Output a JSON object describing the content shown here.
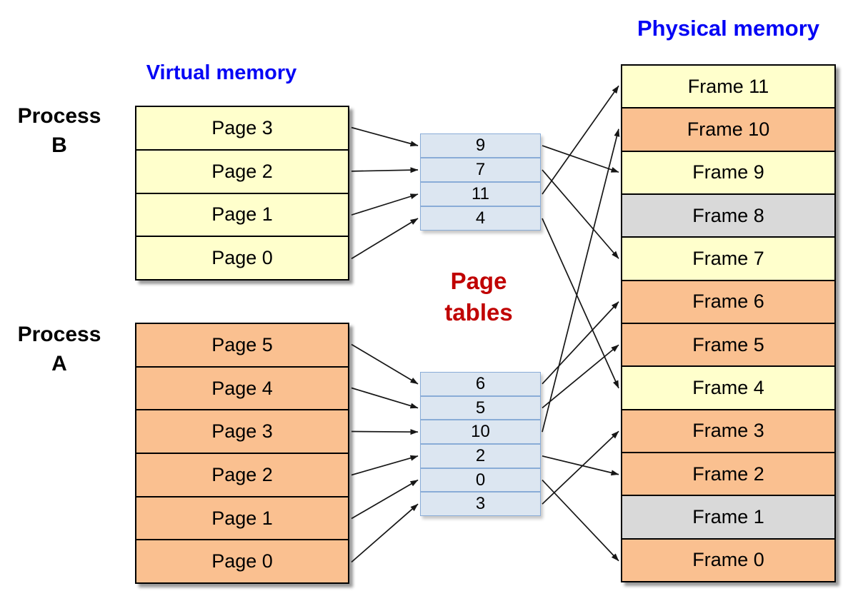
{
  "titles": {
    "virtual_memory": "Virtual memory",
    "physical_memory": "Physical memory",
    "page_tables": [
      "Page",
      "tables"
    ]
  },
  "processes": {
    "b": {
      "label_lines": [
        "Process",
        "B"
      ],
      "fill": "yellow",
      "pages": [
        "Page 3",
        "Page 2",
        "Page 1",
        "Page 0"
      ]
    },
    "a": {
      "label_lines": [
        "Process",
        "A"
      ],
      "fill": "orange",
      "pages": [
        "Page 5",
        "Page 4",
        "Page 3",
        "Page 2",
        "Page 1",
        "Page 0"
      ]
    }
  },
  "page_tables": {
    "b": {
      "entries": [
        9,
        7,
        11,
        4
      ],
      "targets": [
        "Frame 9",
        "Frame 7",
        "Frame 11",
        "Frame 4"
      ]
    },
    "a": {
      "entries": [
        6,
        5,
        10,
        2,
        0,
        3
      ],
      "targets": [
        "Frame 6",
        "Frame 5",
        "Frame 10",
        "Frame 2",
        "Frame 0",
        "Frame 3"
      ]
    }
  },
  "physical_memory": {
    "frames": [
      {
        "label": "Frame 11",
        "fill": "yellow"
      },
      {
        "label": "Frame 10",
        "fill": "orange"
      },
      {
        "label": "Frame 9",
        "fill": "yellow"
      },
      {
        "label": "Frame 8",
        "fill": "gray"
      },
      {
        "label": "Frame 7",
        "fill": "yellow"
      },
      {
        "label": "Frame 6",
        "fill": "orange"
      },
      {
        "label": "Frame 5",
        "fill": "orange"
      },
      {
        "label": "Frame 4",
        "fill": "yellow"
      },
      {
        "label": "Frame 3",
        "fill": "orange"
      },
      {
        "label": "Frame 2",
        "fill": "orange"
      },
      {
        "label": "Frame 1",
        "fill": "gray"
      },
      {
        "label": "Frame 0",
        "fill": "orange"
      }
    ]
  },
  "colors": {
    "yellow": "#FFFFCC",
    "orange": "#FAC090",
    "gray": "#D9D9D9",
    "page_table_fill": "#DCE6F1",
    "page_table_border": "#89ACD7",
    "title_blue": "#0404F5",
    "title_red": "#C00000",
    "arrow": "#161616"
  }
}
